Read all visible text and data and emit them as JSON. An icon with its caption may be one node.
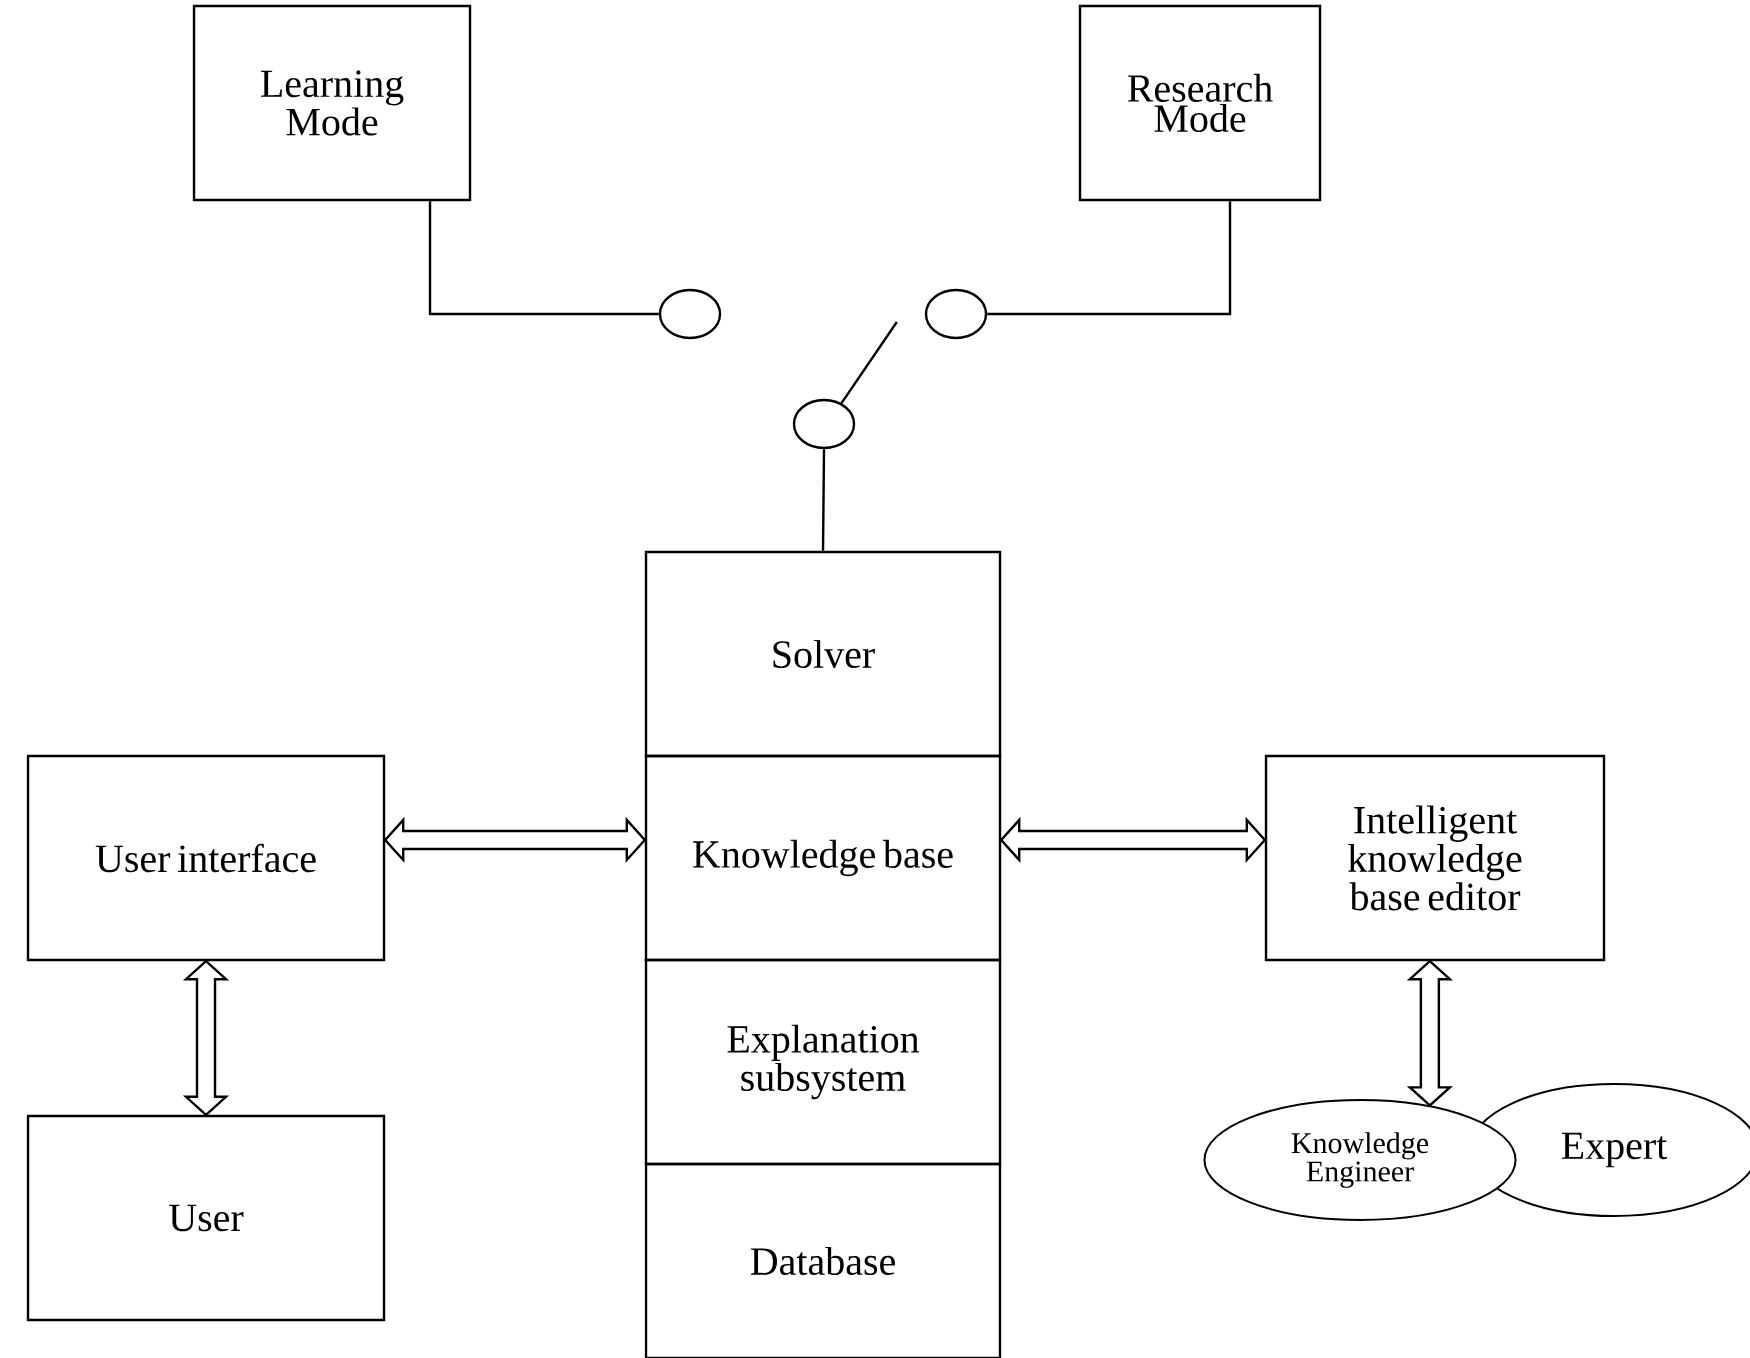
{
  "diagram": {
    "nodes": [
      {
        "text": [
          "Learning Mode"
        ]
      },
      {
        "text": [
          "Research Mode"
        ]
      },
      {
        "text": [],
        "shape": "circle"
      },
      {
        "text": [],
        "shape": "circle"
      },
      {
        "text": [],
        "shape": "circle"
      },
      {
        "text": [
          "Solver"
        ]
      },
      {
        "text": [
          "Knowledge base"
        ]
      },
      {
        "text": [
          "Explanation subsystem"
        ]
      },
      {
        "text": [
          "Database"
        ]
      },
      {
        "text": [
          "User interface"
        ]
      },
      {
        "text": [
          "Intelligent knowledge base editor"
        ]
      },
      {
        "text": [
          "User"
        ]
      },
      {
        "text": [
          "Knowledge Engineer"
        ]
      },
      {
        "text": [
          "Expert"
        ]
      }
    ],
    "edges": [
      {
        "from": 0,
        "to": 2,
        "arrow": "none"
      },
      {
        "from": 1,
        "to": 3,
        "arrow": "none"
      },
      {
        "from": 4,
        "to": 3,
        "arrow": "none"
      },
      {
        "from": 4,
        "to": 5,
        "arrow": "none"
      },
      {
        "from": 9,
        "to": 6,
        "arrow": "both",
        "style": "thick"
      },
      {
        "from": 6,
        "to": 10,
        "arrow": "both",
        "style": "thick"
      },
      {
        "from": 9,
        "to": 11,
        "arrow": "both",
        "style": "thick"
      },
      {
        "from": 10,
        "to": 12,
        "arrow": "both",
        "style": "thick"
      }
    ]
  }
}
